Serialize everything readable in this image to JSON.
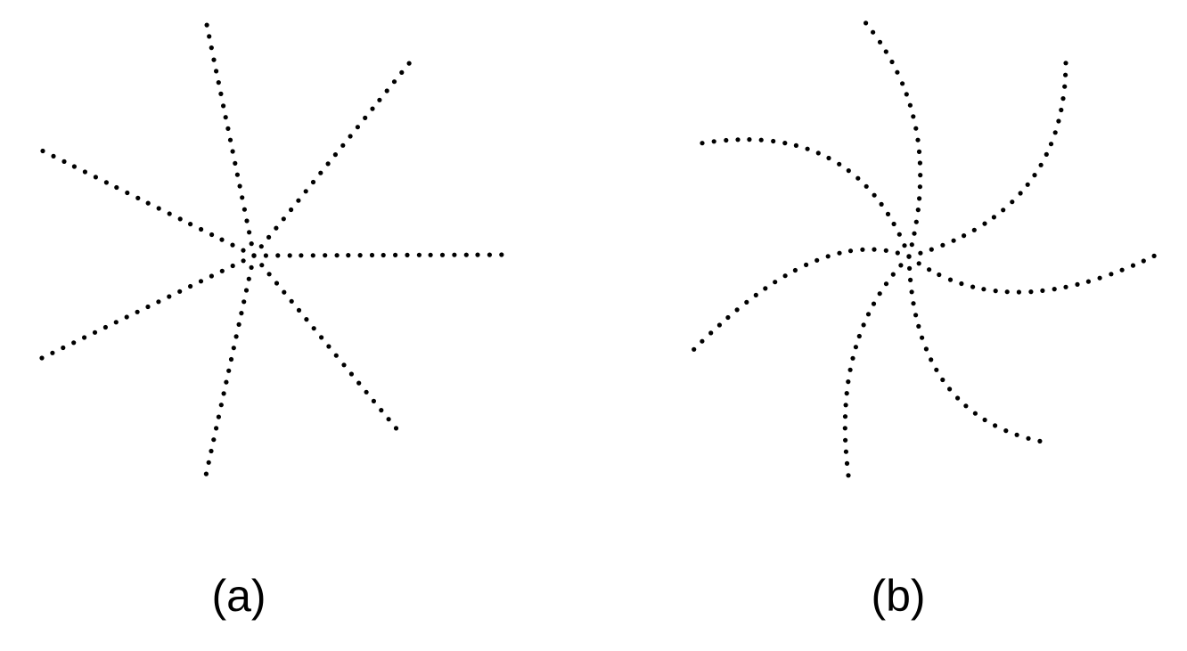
{
  "panels": [
    {
      "label": "(a)",
      "kind": "straight-rays",
      "arm_count": 7
    },
    {
      "label": "(b)",
      "kind": "spiral-arms",
      "arm_count": 7
    }
  ],
  "colors": {
    "dot": "#000000",
    "background": "#ffffff"
  }
}
